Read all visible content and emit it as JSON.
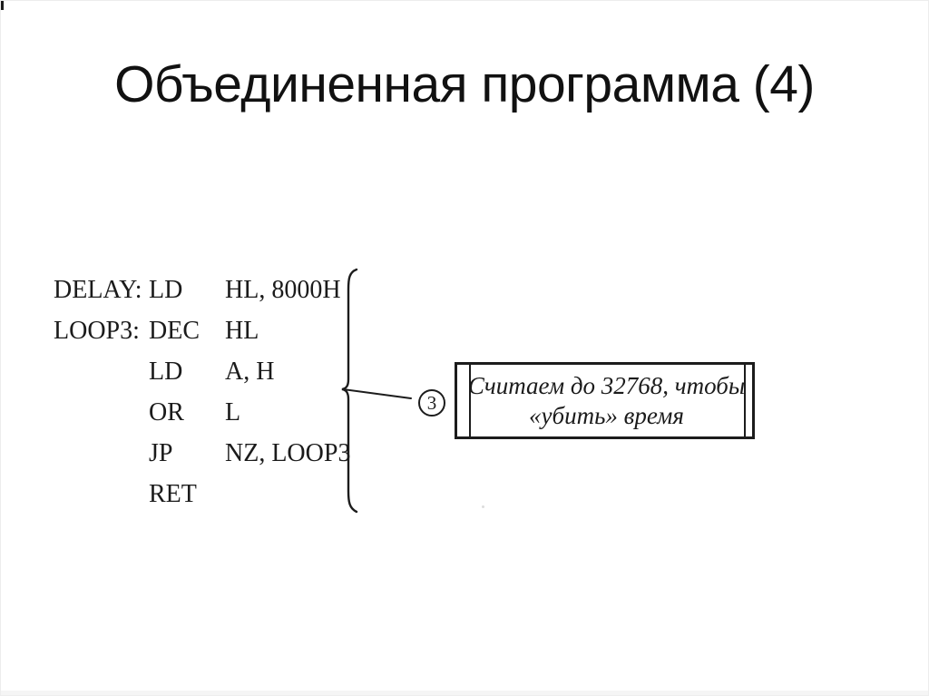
{
  "slide": {
    "title": "Объединенная программа (4)",
    "background": "#ffffff",
    "ink_color": "#1b1b1b"
  },
  "code_listing": {
    "rows": [
      {
        "label": "DELAY:",
        "opcode": "LD",
        "operands": "HL, 8000H"
      },
      {
        "label": "LOOP3:",
        "opcode": "DEC",
        "operands": "HL"
      },
      {
        "label": "",
        "opcode": "LD",
        "operands": "A, H"
      },
      {
        "label": "",
        "opcode": "OR",
        "operands": "L"
      },
      {
        "label": "",
        "opcode": "JP",
        "operands": "NZ, LOOP3"
      },
      {
        "label": "",
        "opcode": "RET",
        "operands": ""
      }
    ]
  },
  "callout": {
    "marker_number": "3",
    "note_line_1": "Считаем до 32768, чтобы",
    "note_line_2": "«убить» время"
  }
}
